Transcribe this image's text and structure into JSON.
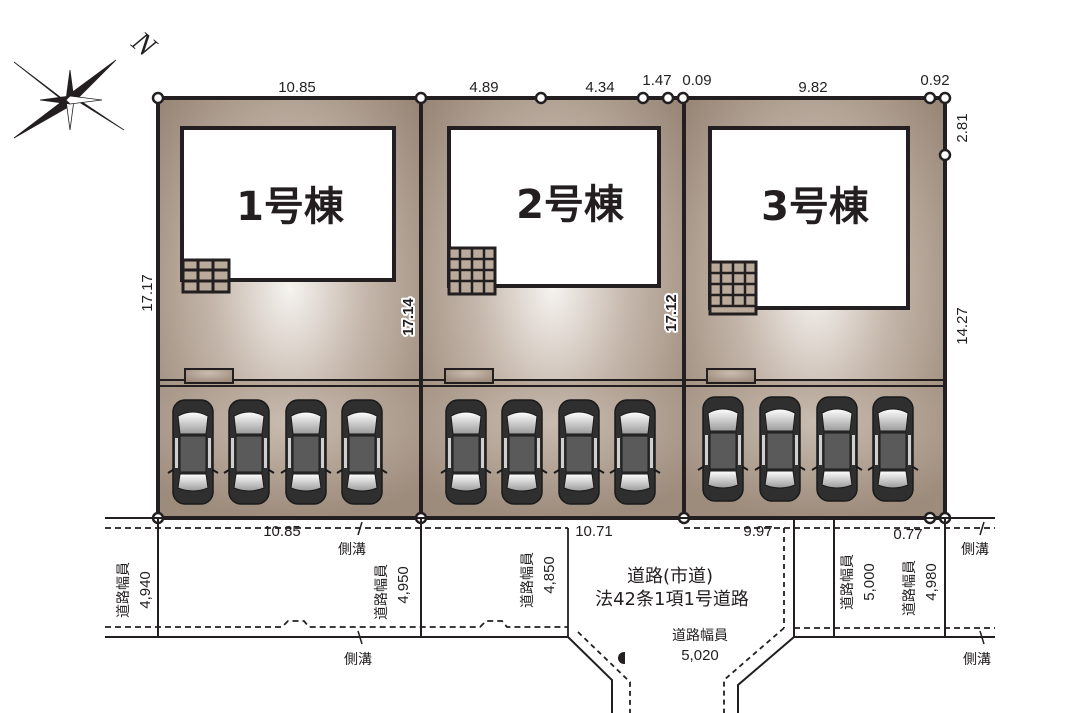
{
  "compass": {
    "north_label": "N",
    "icon": "compass-rose-icon"
  },
  "lots": [
    {
      "id": 1,
      "label": "1号棟",
      "top_segments": [
        "10.85"
      ],
      "left_side": "17.17",
      "right_side": "17.14",
      "bottom_frontage": "10.85",
      "parking_spaces": 4
    },
    {
      "id": 2,
      "label": "2号棟",
      "top_segments": [
        "4.89",
        "4.34",
        "1.47"
      ],
      "right_side": "17.12",
      "bottom_frontage": "10.71",
      "parking_spaces": 4
    },
    {
      "id": 3,
      "label": "3号棟",
      "top_segments": [
        "0.09",
        "9.82",
        "0.92"
      ],
      "right_side_segments": [
        "2.81",
        "14.27"
      ],
      "bottom_frontage": "9.97",
      "bottom_corner": "0.77",
      "parking_spaces": 4
    }
  ],
  "dims": {
    "t1": "10.85",
    "t2": "4.89",
    "t3": "4.34",
    "t4": "1.47",
    "t5": "0.09",
    "t6": "9.82",
    "t7": "0.92",
    "r1": "2.81",
    "r2": "14.27",
    "l1": "17.17",
    "m1": "17.14",
    "m2": "17.12",
    "b1": "10.85",
    "b2": "10.71",
    "b3": "9.97",
    "b4": "0.77"
  },
  "road": {
    "name": "道路(市道)",
    "legal": "法42条1項1号道路",
    "width_label": "道路幅員",
    "widths": [
      "4,940",
      "4,950",
      "4,850",
      "5,020",
      "5,000",
      "4,980"
    ],
    "gutter_label": "側溝"
  },
  "colors": {
    "lot_fill": "#9a8878",
    "lot_highlight": "#f4f1ee",
    "line": "#231f20",
    "building": "#ffffff",
    "car_body": "#3c3c3c"
  }
}
